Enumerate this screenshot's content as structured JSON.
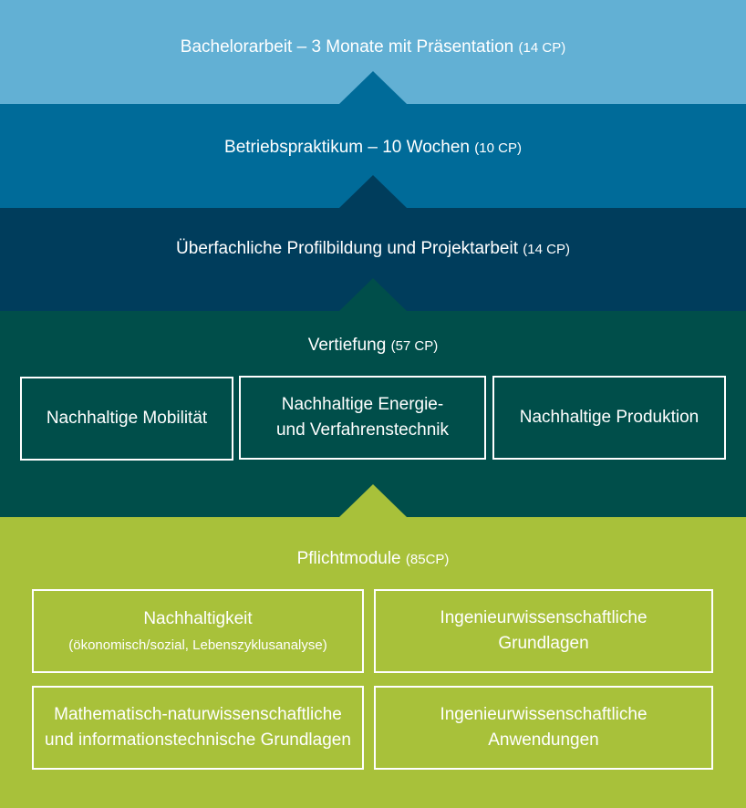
{
  "levels": {
    "bachelorarbeit": {
      "title": "Bachelorarbeit – 3 Monate mit Präsentation",
      "cp": "(14 CP)"
    },
    "betriebspraktikum": {
      "title": "Betriebspraktikum – 10 Wochen",
      "cp": "(10 CP)"
    },
    "profilbildung": {
      "title": "Überfachliche Profilbildung und Projektarbeit",
      "cp": "(14 CP)"
    },
    "vertiefung": {
      "title": "Vertiefung",
      "cp": "(57 CP)",
      "options": [
        {
          "lines": [
            "Nachhaltige Mobilität"
          ]
        },
        {
          "lines": [
            "Nachhaltige Energie-",
            "und Verfahrenstechnik"
          ]
        },
        {
          "lines": [
            "Nachhaltige Produktion"
          ]
        }
      ]
    },
    "pflichtmodule": {
      "title": "Pflichtmodule",
      "cp": "(85CP)",
      "modules": [
        {
          "lines": [
            "Nachhaltigkeit"
          ],
          "sub": "(ökonomisch/sozial, Lebenszyklusanalyse)"
        },
        {
          "lines": [
            "Ingenieurwissenschaftliche",
            "Grundlagen"
          ]
        },
        {
          "lines": [
            "Mathematisch-naturwissenschaftliche",
            "und informationstechnische Grundlagen"
          ]
        },
        {
          "lines": [
            "Ingenieurwissenschaftliche",
            "Anwendungen"
          ]
        }
      ]
    }
  },
  "colors": {
    "bachelorarbeit": "#62b0d4",
    "betriebspraktikum": "#006b99",
    "profilbildung": "#003d5c",
    "vertiefung": "#004e4a",
    "pflichtmodule": "#a8c13a"
  }
}
